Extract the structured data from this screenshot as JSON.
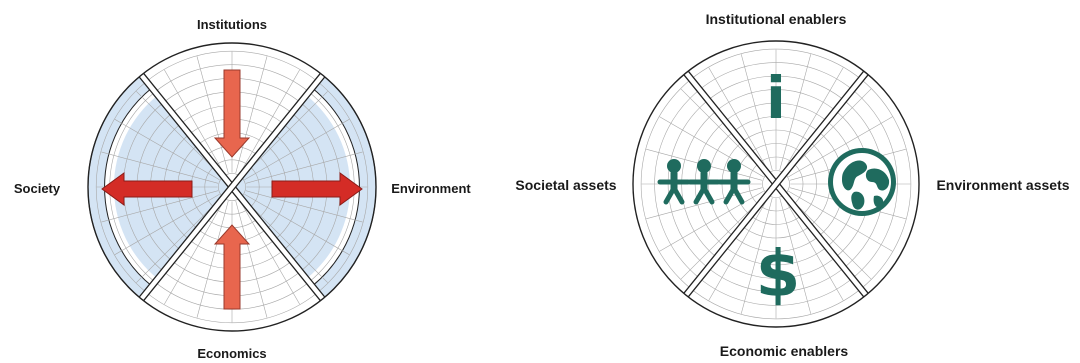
{
  "left_diagram": {
    "labels": {
      "top": "Institutions",
      "bottom": "Economics",
      "left": "Society",
      "right": "Environment"
    },
    "colors": {
      "shaded_sector": "#d4e4f4",
      "arrow_vertical": "#e8664e",
      "arrow_horizontal": "#d42c26",
      "outline": "#222222"
    },
    "arrows": [
      {
        "sector": "top",
        "direction": "inward"
      },
      {
        "sector": "bottom",
        "direction": "inward"
      },
      {
        "sector": "left",
        "direction": "outward"
      },
      {
        "sector": "right",
        "direction": "outward"
      }
    ]
  },
  "right_diagram": {
    "labels": {
      "top": "Institutional enablers",
      "bottom": "Economic enablers",
      "left": "Societal assets",
      "right": "Environment assets"
    },
    "icons": {
      "top": "info-icon",
      "bottom": "dollar-icon",
      "left": "people-icon",
      "right": "globe-icon"
    },
    "icon_glyphs": {
      "top": "i",
      "bottom": "$"
    },
    "colors": {
      "icon": "#1f6b5e",
      "outline": "#222222"
    }
  }
}
